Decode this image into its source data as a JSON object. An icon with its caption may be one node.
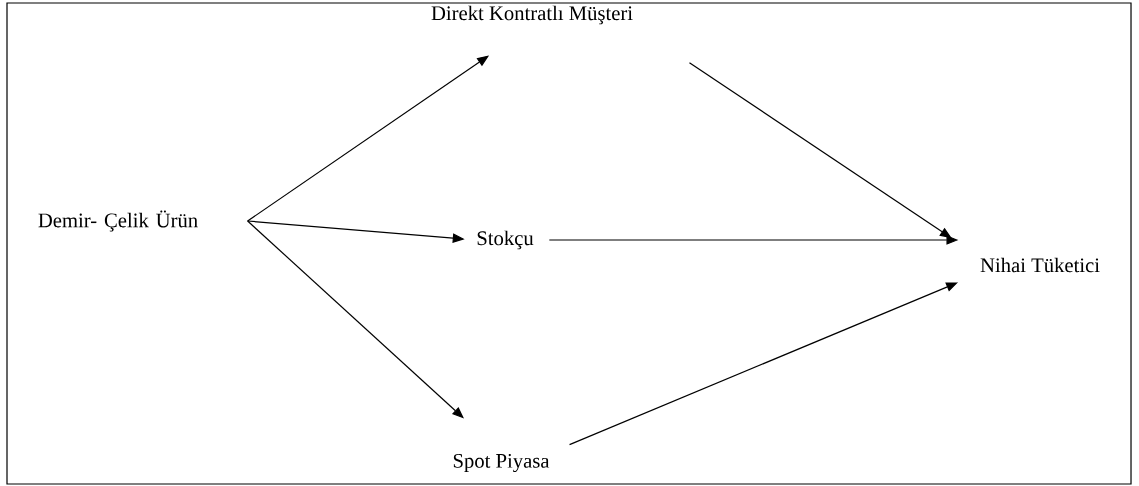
{
  "diagram": {
    "nodes": [
      {
        "text": [
          "Demir- Çelik Ürün"
        ]
      },
      {
        "text": [
          "Direkt Kontratlı Müşteri"
        ]
      },
      {
        "text": [
          "Stokçu"
        ]
      },
      {
        "text": [
          "Spot Piyasa"
        ]
      },
      {
        "text": [
          "Nihai Tüketici"
        ]
      }
    ],
    "edges": [
      {
        "from": 0,
        "to": 1,
        "arrow": "to"
      },
      {
        "from": 0,
        "to": 2,
        "arrow": "to"
      },
      {
        "from": 0,
        "to": 3,
        "arrow": "to"
      },
      {
        "from": 1,
        "to": 4,
        "arrow": "to"
      },
      {
        "from": 2,
        "to": 4,
        "arrow": "to"
      },
      {
        "from": 3,
        "to": 4,
        "arrow": "to"
      }
    ]
  }
}
